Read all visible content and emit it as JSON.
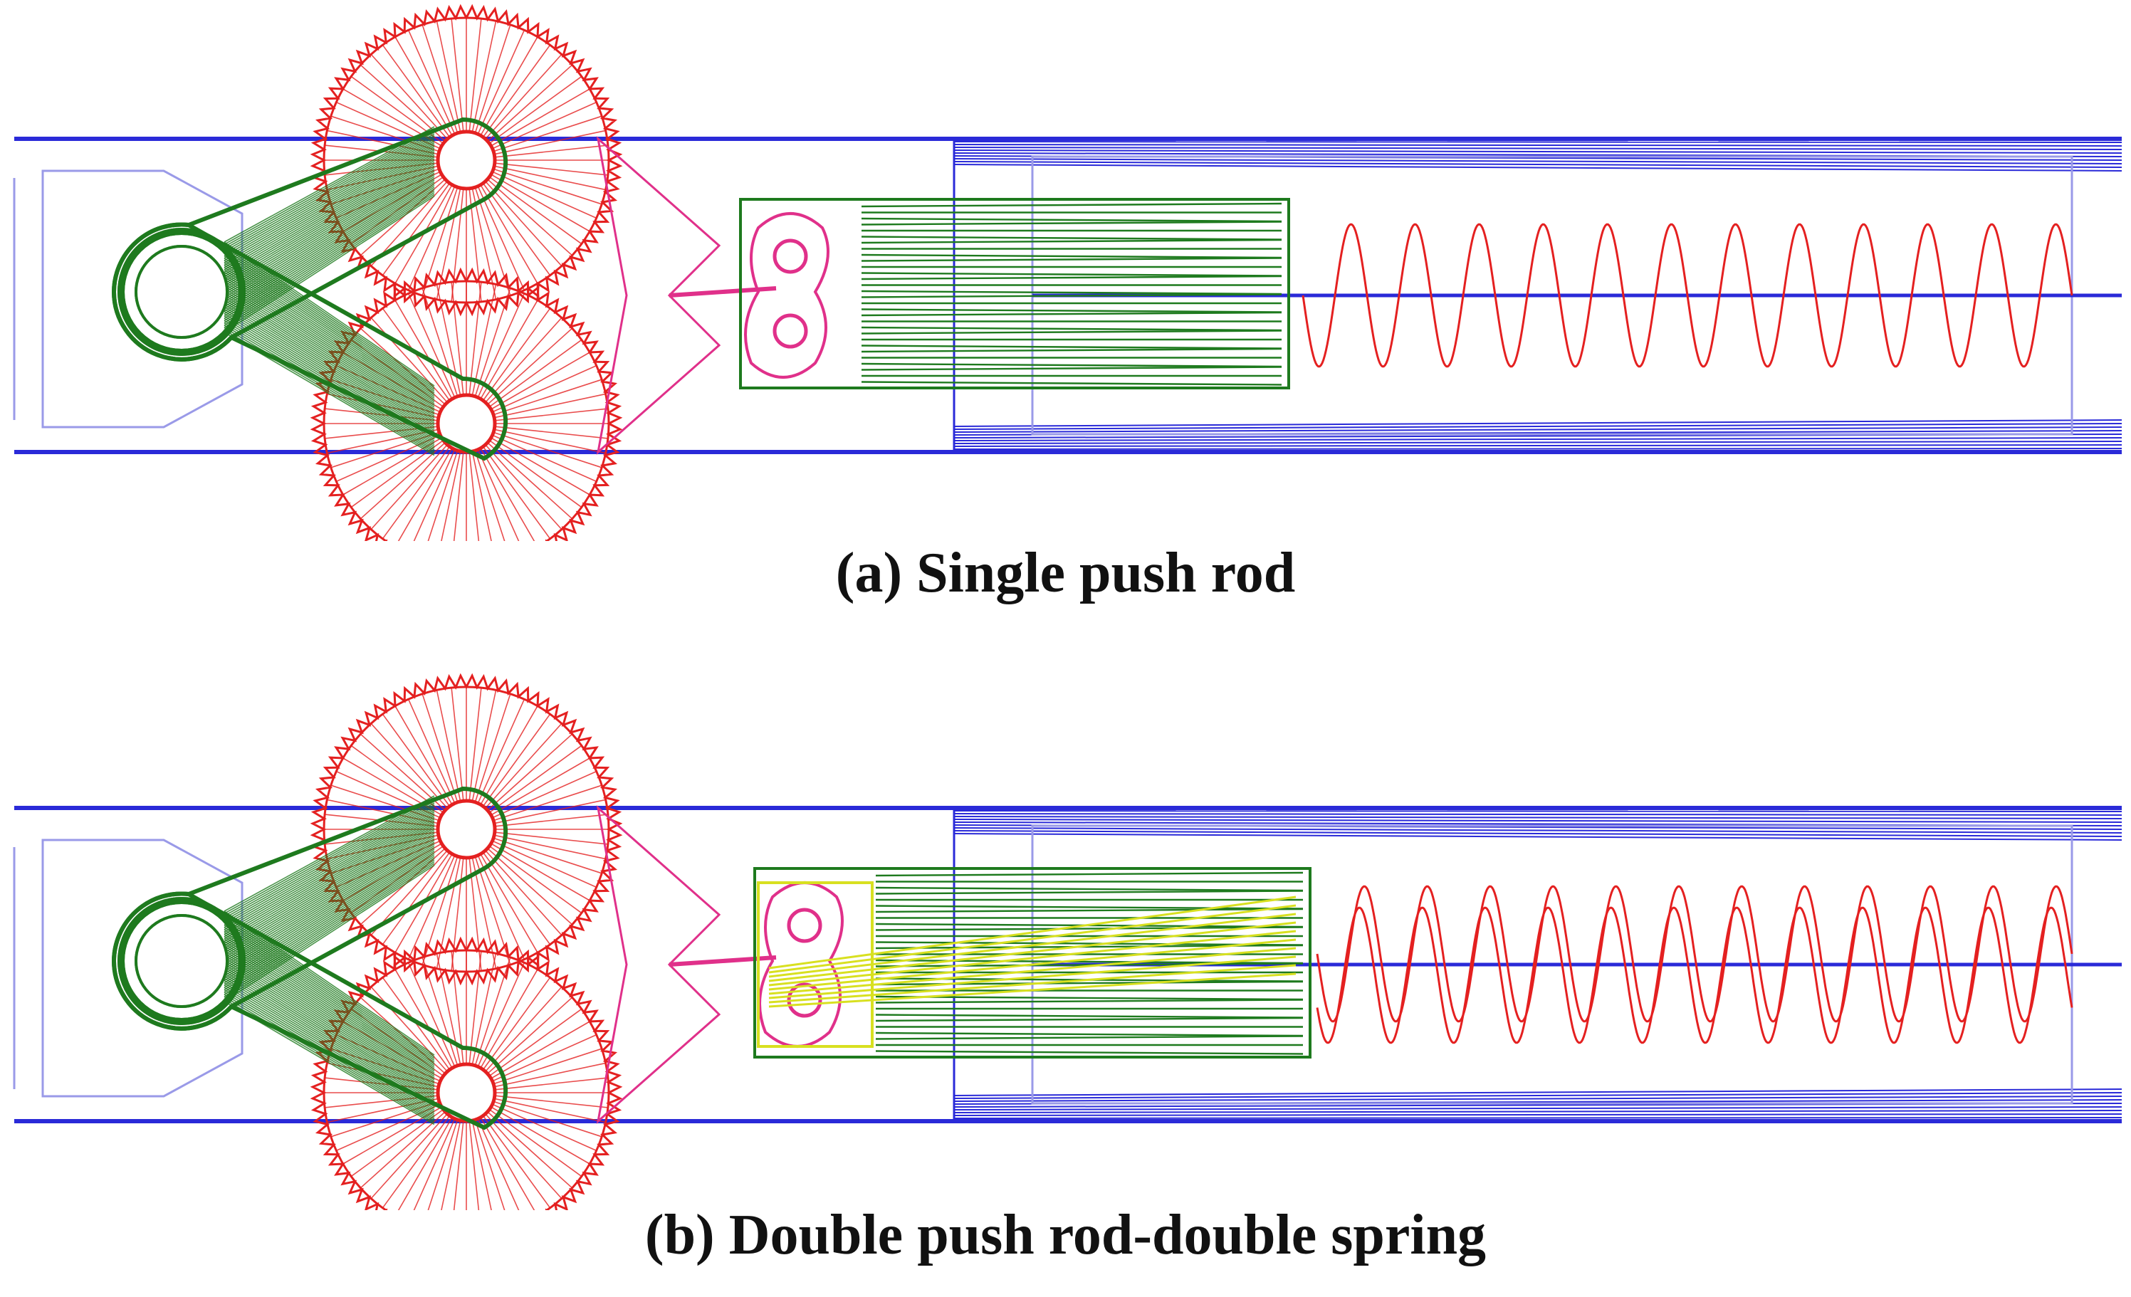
{
  "captions": {
    "a": "(a) Single push rod",
    "b": "(b) Double push rod-double spring"
  },
  "colors": {
    "frame": "#2a2ad8",
    "frame_light": "#9a9ae8",
    "gear": "#e42020",
    "link": "#1e7a1e",
    "pink": "#e0308a",
    "yellow": "#d8e020",
    "background": "#ffffff"
  },
  "panels": [
    {
      "id": "a",
      "springs": 1,
      "push_rods": 1
    },
    {
      "id": "b",
      "springs": 2,
      "push_rods": 2
    }
  ]
}
